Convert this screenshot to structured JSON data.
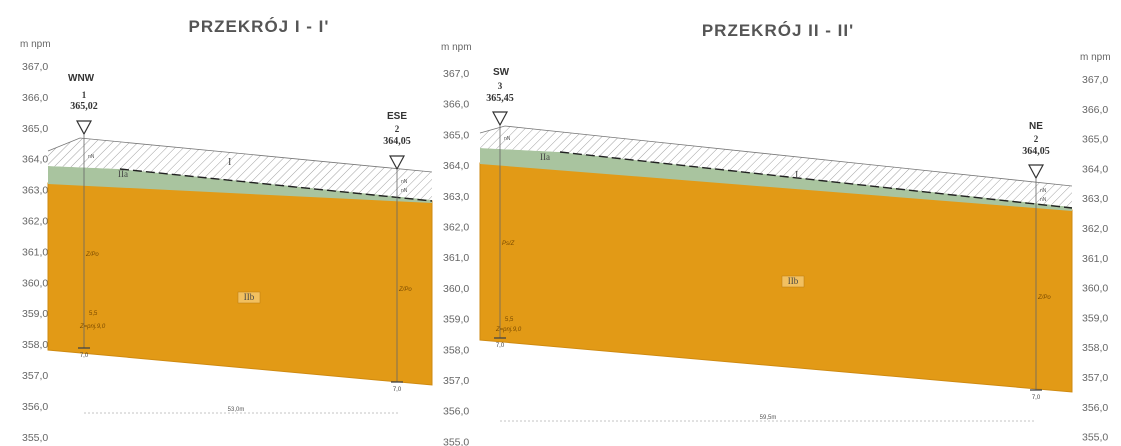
{
  "unit_label": "m npm",
  "axis_ticks": [
    "367,0",
    "366,0",
    "365,0",
    "364,0",
    "363,0",
    "362,0",
    "361,0",
    "360,0",
    "359,0",
    "358,0",
    "357,0",
    "356,0",
    "355,0"
  ],
  "colors": {
    "clay": "#e29a16",
    "clay_edge": "#cf8a10",
    "silt": "#a9c49f",
    "fill": "#ffffff",
    "hatch": "#8a8a8a",
    "text": "#555555"
  },
  "sections": [
    {
      "title": "PRZEKRÓJ  I - I'",
      "boreholes": [
        {
          "direction": "WNW",
          "number": "1",
          "elevation": "365,02",
          "depth_label": "7,0",
          "notes": [
            "nN",
            "Z/Po",
            "5,5",
            "Z=pnj.9,0"
          ]
        },
        {
          "direction": "ESE",
          "number": "2",
          "elevation": "364,05",
          "depth_label": "7,0",
          "notes": [
            "nN",
            "nN",
            "Z/Po"
          ]
        }
      ],
      "layers": [
        "I",
        "IIa",
        "IIb"
      ],
      "distance": "53,0m"
    },
    {
      "title": "PRZEKRÓJ  II - II'",
      "boreholes": [
        {
          "direction": "SW",
          "number": "3",
          "elevation": "365,45",
          "depth_label": "7,0",
          "notes": [
            "nN",
            "Ps/Z",
            "5,5",
            "Z=pnj.9,0"
          ]
        },
        {
          "direction": "NE",
          "number": "2",
          "elevation": "364,05",
          "depth_label": "7,0",
          "notes": [
            "nN",
            "nN",
            "Z/Po"
          ]
        }
      ],
      "layers": [
        "I",
        "IIa",
        "IIb"
      ],
      "distance": "59,5m"
    }
  ]
}
